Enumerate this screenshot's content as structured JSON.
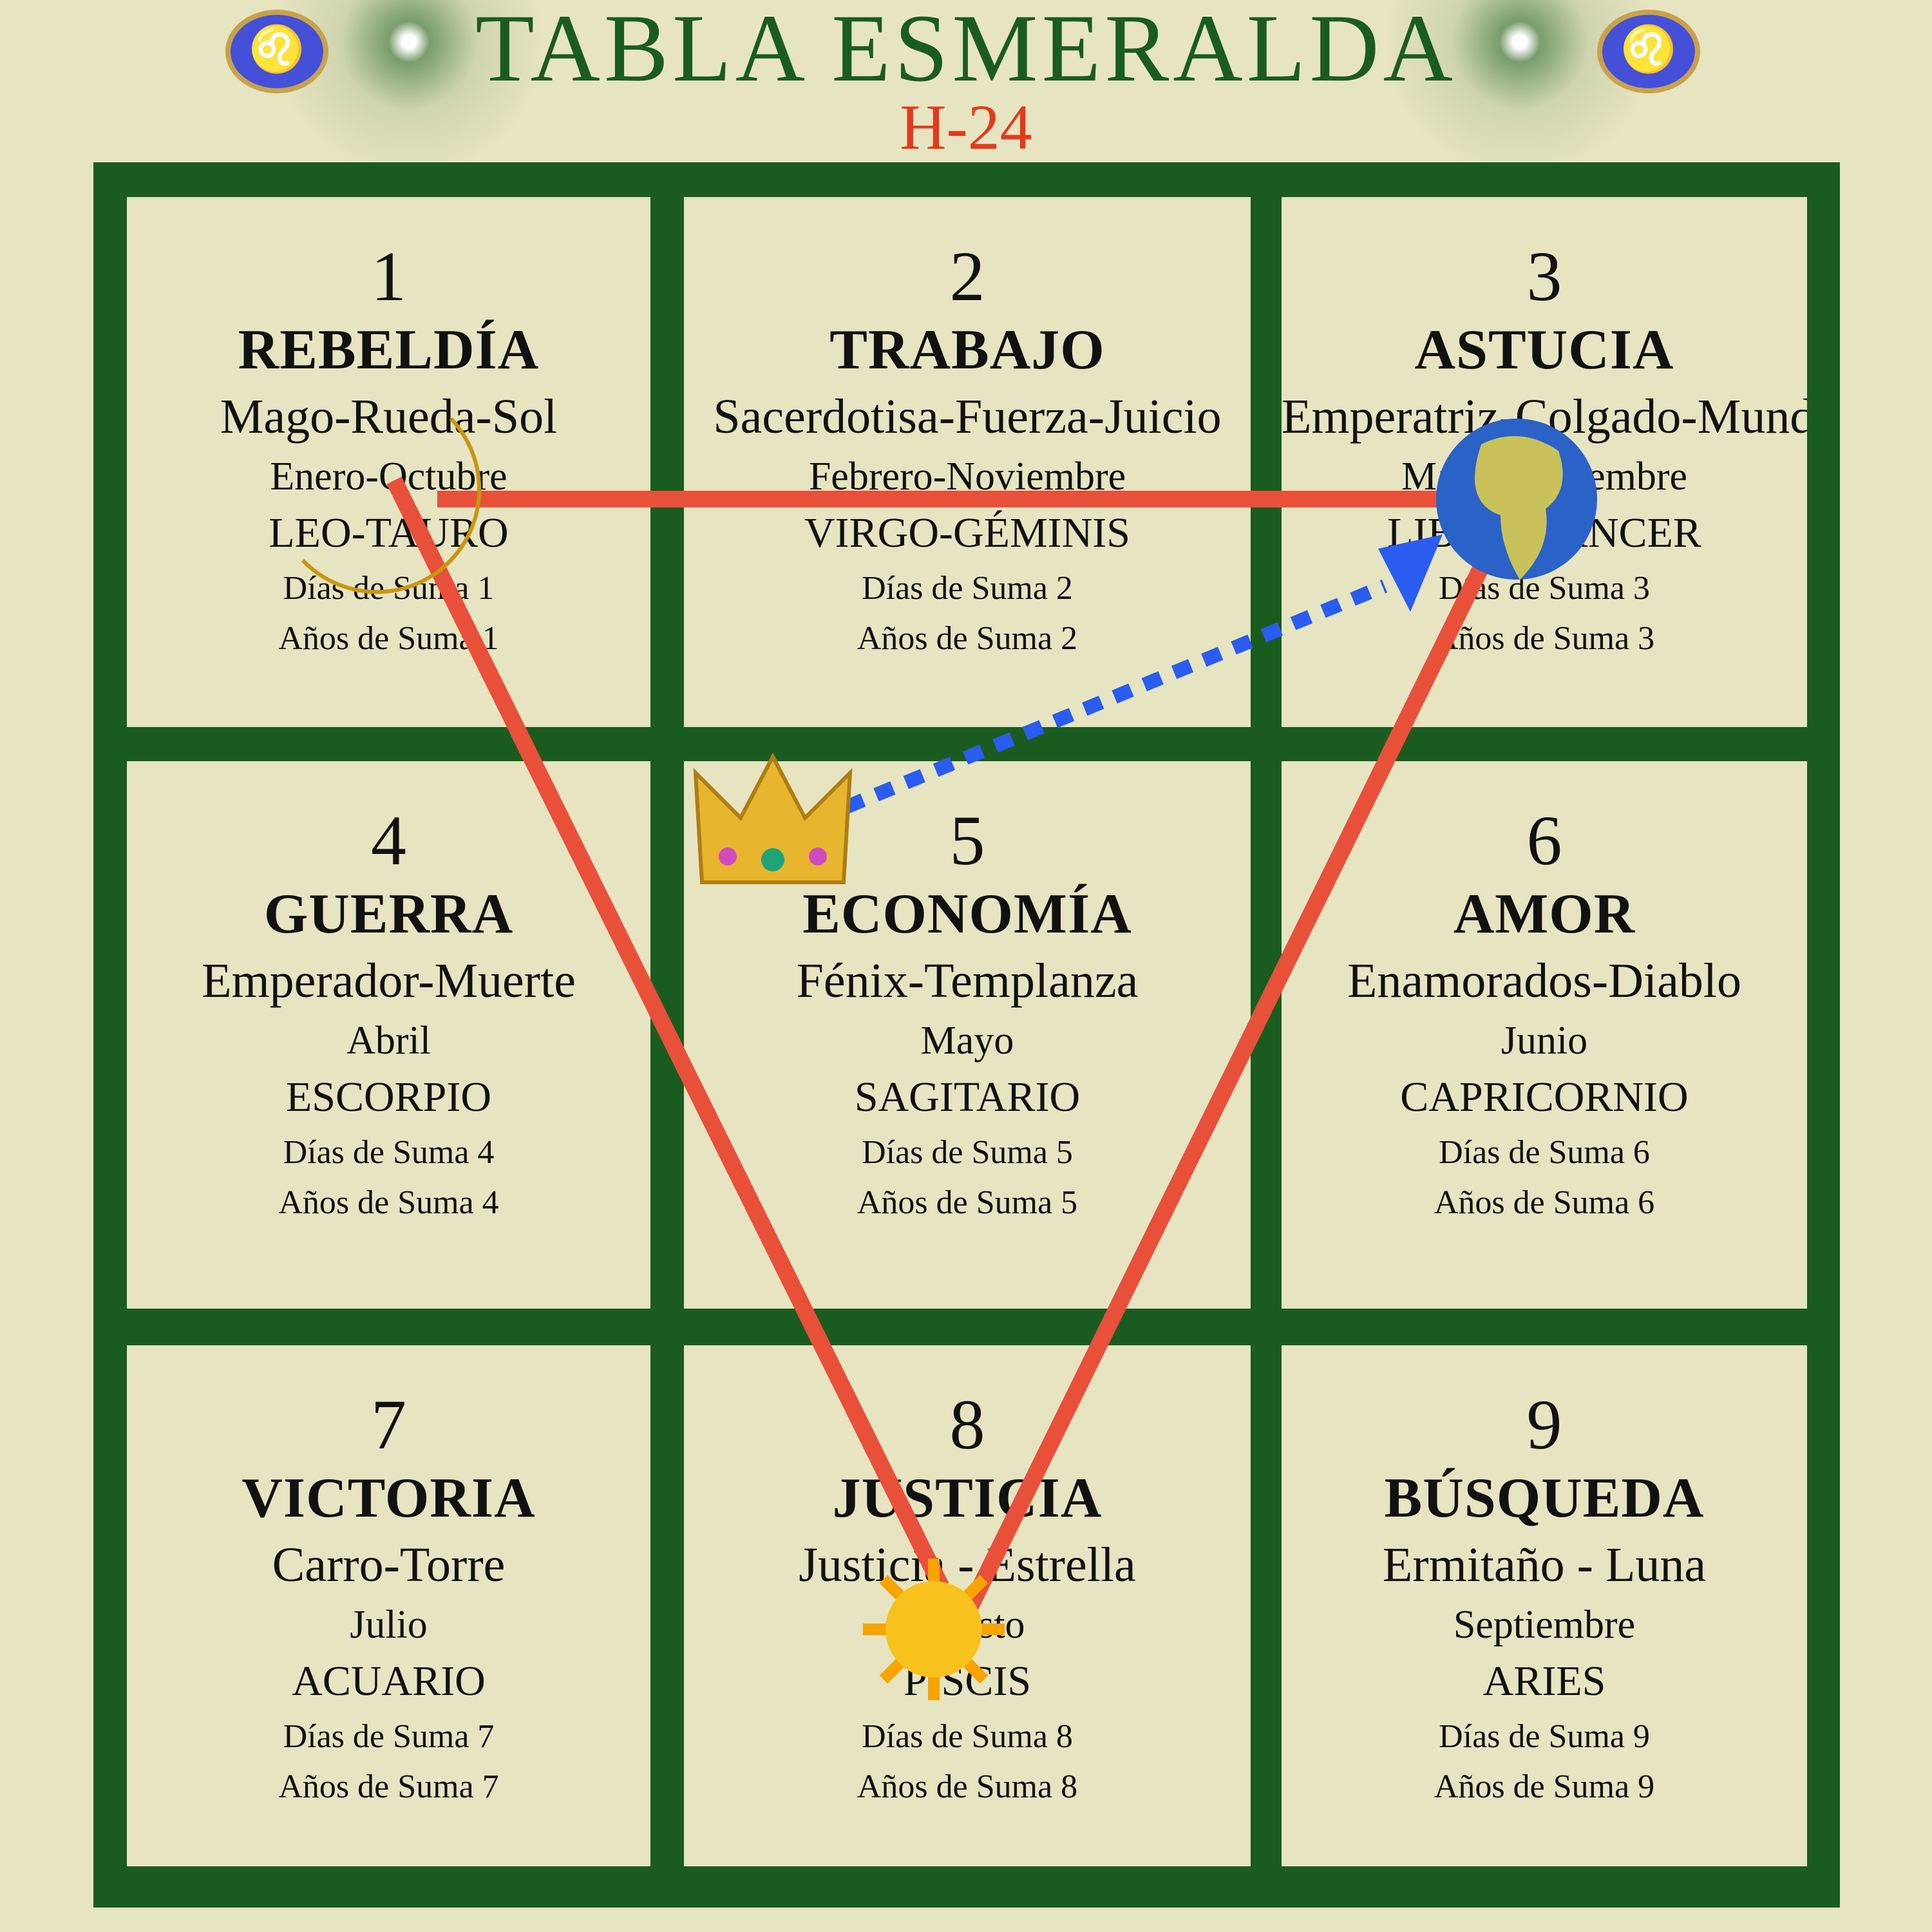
{
  "header": {
    "title": "TABLA ESMERALDA",
    "code": "H-24",
    "emblem_icon": "leo-emblem-icon"
  },
  "cells": [
    {
      "number": "1",
      "name": "REBELDÍA",
      "cards": "Mago-Rueda-Sol",
      "month": "Enero-Octubre",
      "sign": "LEO-TAURO",
      "days": "Días de Suma 1",
      "years": "Años de Suma 1"
    },
    {
      "number": "2",
      "name": "TRABAJO",
      "cards": "Sacerdotisa-Fuerza-Juicio",
      "month": "Febrero-Noviembre",
      "sign": "VIRGO-GÉMINIS",
      "days": "Días de Suma 2",
      "years": "Años de Suma 2"
    },
    {
      "number": "3",
      "name": "ASTUCIA",
      "cards": "Emperatriz-Colgado-Mundo",
      "month": "Marzo-Diciembre",
      "sign": "LIBRA-CÁNCER",
      "days": "Días de Suma 3",
      "years": "Años de Suma 3"
    },
    {
      "number": "4",
      "name": "GUERRA",
      "cards": "Emperador-Muerte",
      "month": "Abril",
      "sign": "ESCORPIO",
      "days": "Días de Suma 4",
      "years": "Años de Suma 4"
    },
    {
      "number": "5",
      "name": "ECONOMÍA",
      "cards": "Fénix-Templanza",
      "month": "Mayo",
      "sign": "SAGITARIO",
      "days": "Días de Suma 5",
      "years": "Años de Suma 5"
    },
    {
      "number": "6",
      "name": "AMOR",
      "cards": "Enamorados-Diablo",
      "month": "Junio",
      "sign": "CAPRICORNIO",
      "days": "Días de Suma 6",
      "years": "Años de Suma 6"
    },
    {
      "number": "7",
      "name": "VICTORIA",
      "cards": "Carro-Torre",
      "month": "Julio",
      "sign": "ACUARIO",
      "days": "Días de Suma 7",
      "years": "Años de Suma 7"
    },
    {
      "number": "8",
      "name": "JUSTICIA",
      "cards": "Justicia - Estrella",
      "month": "Agosto",
      "sign": "PISCIS",
      "days": "Días de Suma 8",
      "years": "Años de Suma 8"
    },
    {
      "number": "9",
      "name": "BÚSQUEDA",
      "cards": "Ermitaño - Luna",
      "month": "Septiembre",
      "sign": "ARIES",
      "days": "Días de Suma 9",
      "years": "Años de Suma 9"
    }
  ],
  "colors": {
    "board": "#1a5c20",
    "cell": "#e7e4c2",
    "triangle": "#e8503a",
    "arrow": "#2a5cf0",
    "code": "#e23a1a"
  },
  "stickers": {
    "moon": "🌙",
    "globe": "🌍",
    "crown": "👑",
    "sun": "☀️"
  }
}
